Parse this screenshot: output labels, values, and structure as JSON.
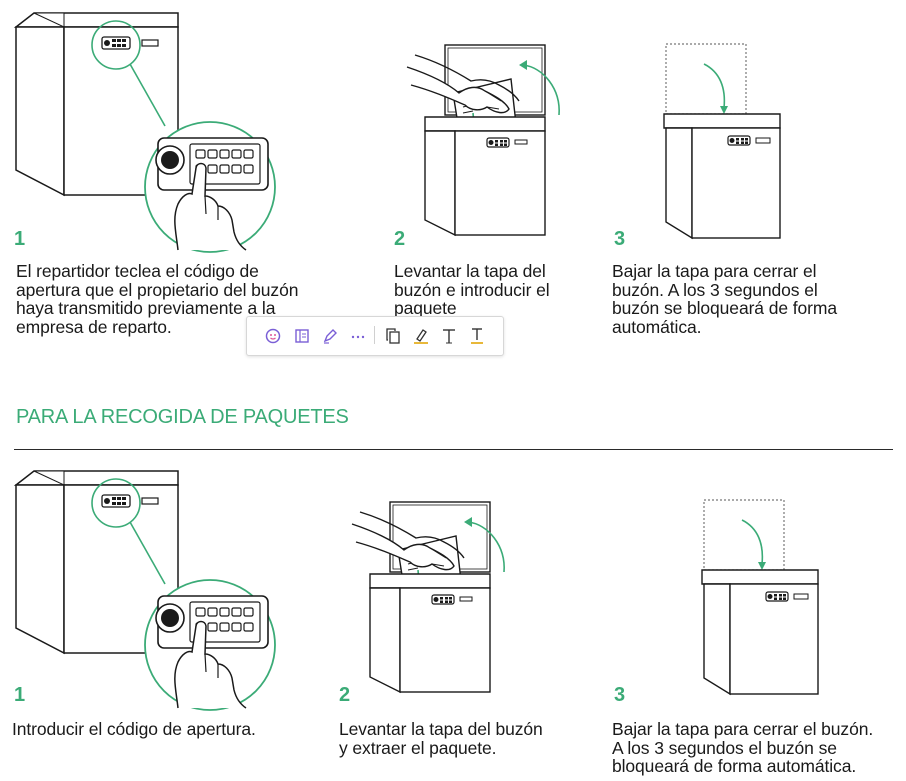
{
  "top_steps": [
    {
      "number": "1",
      "text": "El repartidor teclea el código de\napertura que el propietario del buzón\nhaya transmitido previamente a la\nempresa de reparto."
    },
    {
      "number": "2",
      "text": "Levantar la tapa del\nbuzón e introducir el\npaquete"
    },
    {
      "number": "3",
      "text": "Bajar la tapa para cerrar el\nbuzón. A los 3 segundos el\nbuzón se bloqueará de forma\nautomática."
    }
  ],
  "section_heading": "PARA LA RECOGIDA DE PAQUETES",
  "bottom_steps": [
    {
      "number": "1",
      "text": "Introducir el código de apertura."
    },
    {
      "number": "2",
      "text": "Levantar la tapa del buzón\ny extraer el paquete."
    },
    {
      "number": "3",
      "text": "Bajar la tapa para cerrar el buzón.\nA los 3 segundos el buzón se\nbloqueará de forma automática."
    }
  ],
  "toolbar": {
    "icons": [
      "copilot-icon",
      "reader-icon",
      "highlight-pen-icon",
      "more-icon",
      "copy-icon",
      "highlighter-icon",
      "text-icon",
      "text-underline-icon"
    ]
  },
  "colors": {
    "accent": "#3bab77",
    "line": "#1a1a1a",
    "toolbar_purple": "#7a5fd6",
    "toolbar_yellow": "#e8b83a"
  }
}
